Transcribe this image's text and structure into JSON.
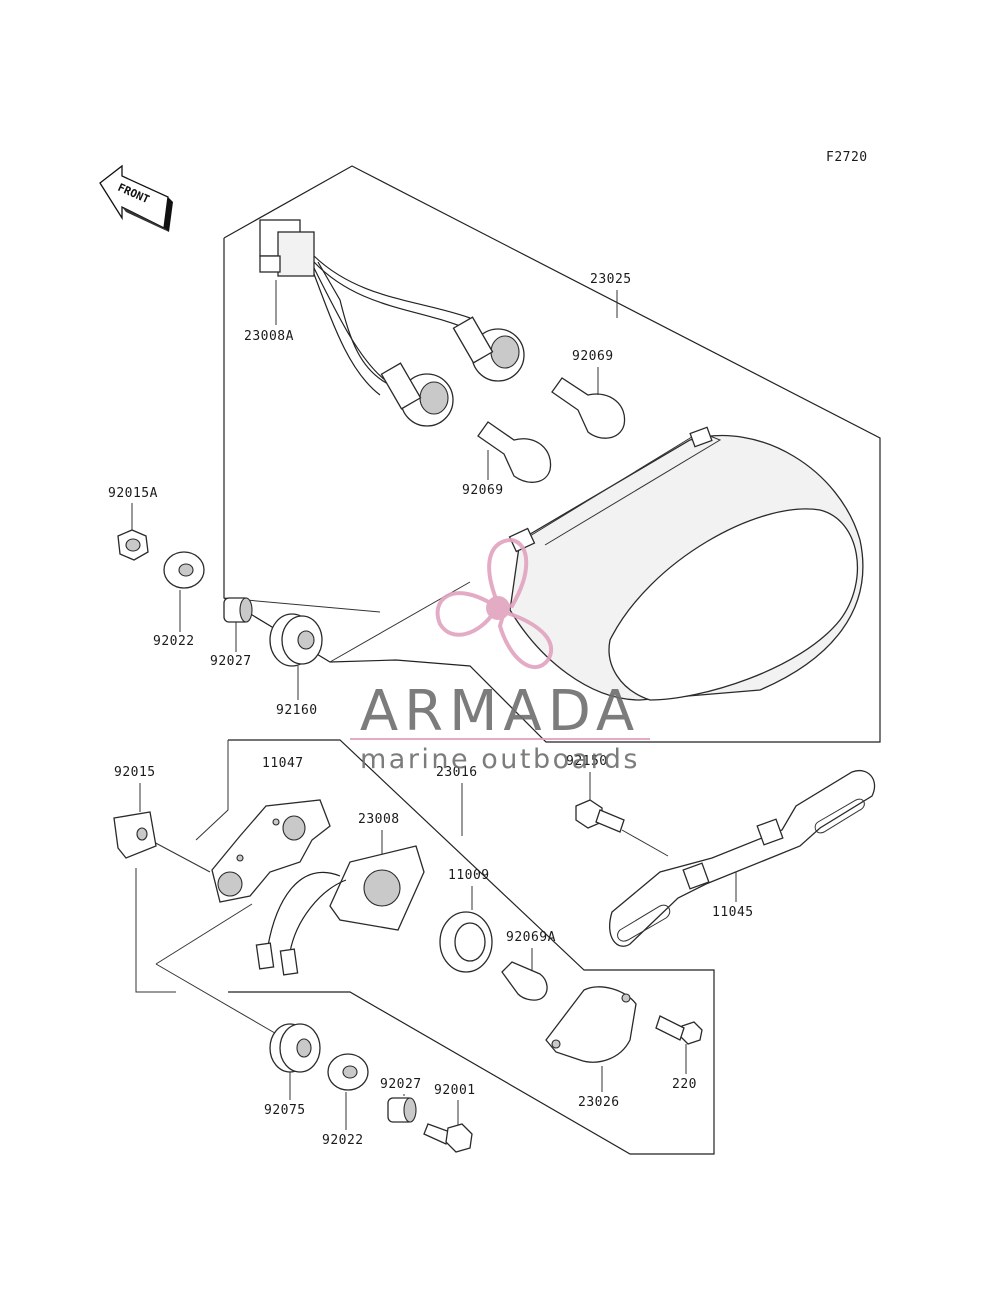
{
  "diagram": {
    "code": "F2720",
    "front_label": "FRONT",
    "parts": {
      "p23025": "23025",
      "p23008A": "23008A",
      "p92069a": "92069",
      "p92069b": "92069",
      "p92015A": "92015A",
      "p92022a": "92022",
      "p92027a": "92027",
      "p92160": "92160",
      "p92015": "92015",
      "p11047": "11047",
      "p23016": "23016",
      "p92150": "92150",
      "p23008": "23008",
      "p11009": "11009",
      "p92069A": "92069A",
      "p11045": "11045",
      "p220": "220",
      "p23026": "23026",
      "p92075": "92075",
      "p92022b": "92022",
      "p92027b": "92027",
      "p92001": "92001"
    }
  },
  "watermark": {
    "brand": "ARMADA",
    "tagline": "marine outboards",
    "colors": {
      "text": "#6e6e6e",
      "accent": "#e2a3bf",
      "line": "#e2a3bf"
    }
  }
}
